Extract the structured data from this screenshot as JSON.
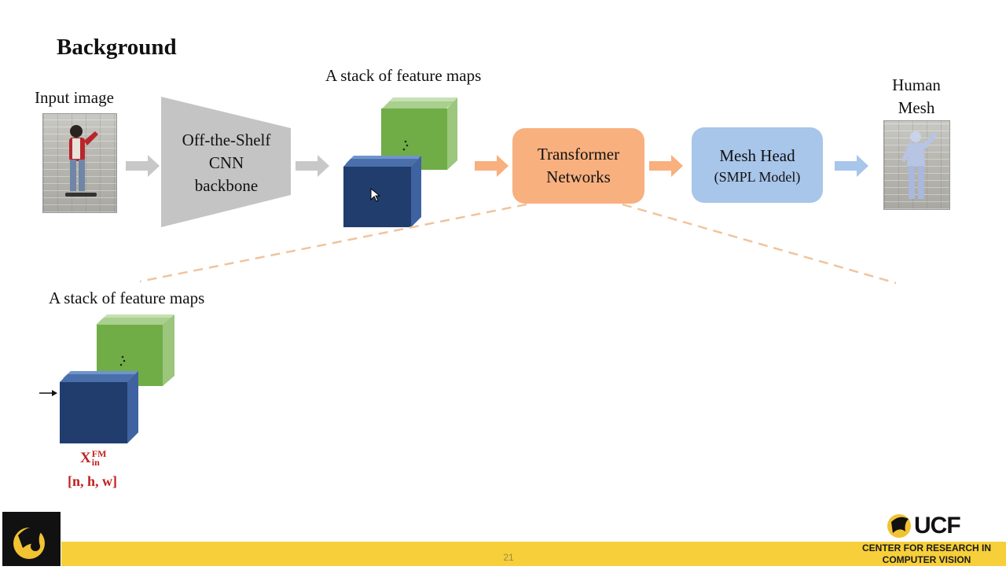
{
  "slide": {
    "title": "Background",
    "slide_number": "21"
  },
  "pipeline": {
    "input_label": "Input image",
    "backbone_lines": [
      "Off-the-Shelf",
      "CNN",
      "backbone"
    ],
    "stack_label": "A stack of feature maps",
    "transformer_lines": [
      "Transformer",
      "Networks"
    ],
    "mesh_head_title": "Mesh Head",
    "mesh_head_subtitle": "(SMPL Model)",
    "output_lines": [
      "Human",
      "Mesh"
    ]
  },
  "detail": {
    "stack_label": "A stack of feature maps",
    "tensor_symbol": "X",
    "tensor_sup": "FM",
    "tensor_sub": "in",
    "tensor_shape": "[n, h, w]"
  },
  "branding": {
    "logo_text": "UCF",
    "center_lines": [
      "CENTER FOR RESEARCH IN",
      "COMPUTER VISION"
    ]
  },
  "colors": {
    "arrow_gray": "#c8c8c8",
    "arrow_orange": "#f8b07f",
    "arrow_blue": "#a8c5ea",
    "feature_green": "#70ad47",
    "feature_blue": "#203d6e",
    "footer_yellow": "#f6cf3a",
    "math_red": "#c42020"
  }
}
